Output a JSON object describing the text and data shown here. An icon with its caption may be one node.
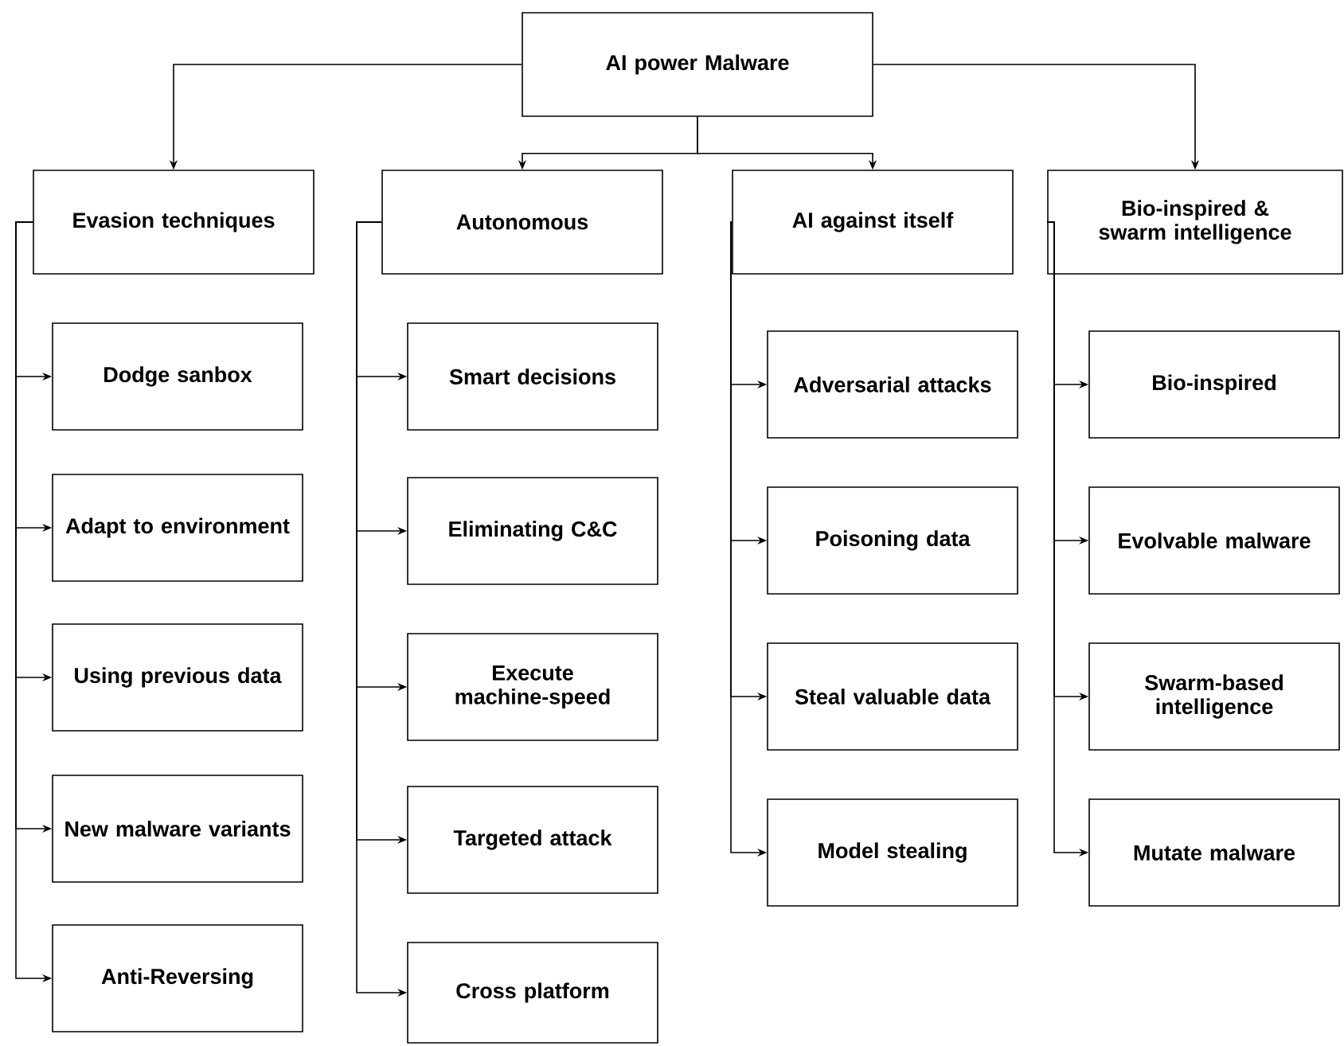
{
  "diagram": {
    "nodes": [
      {
        "text": [
          "AI power Malware"
        ]
      },
      {
        "text": [
          "Evasion techniques"
        ]
      },
      {
        "text": [
          "Autonomous"
        ]
      },
      {
        "text": [
          "AI against itself"
        ]
      },
      {
        "text": [
          "Bio-inspired & swarm intelligence"
        ]
      },
      {
        "text": [
          "Dodge sanbox"
        ]
      },
      {
        "text": [
          "Adapt to environment"
        ]
      },
      {
        "text": [
          "Using previous data"
        ]
      },
      {
        "text": [
          "New malware variants"
        ]
      },
      {
        "text": [
          "Anti-Reversing"
        ]
      },
      {
        "text": [
          "Smart decisions"
        ]
      },
      {
        "text": [
          "Eliminating C&C"
        ]
      },
      {
        "text": [
          "Execute machine-speed"
        ]
      },
      {
        "text": [
          "Targeted attack"
        ]
      },
      {
        "text": [
          "Cross platform"
        ]
      },
      {
        "text": [
          "Adversarial attacks"
        ]
      },
      {
        "text": [
          "Poisoning data"
        ]
      },
      {
        "text": [
          "Steal valuable data"
        ]
      },
      {
        "text": [
          "Model stealing"
        ]
      },
      {
        "text": [
          "Bio-inspired"
        ]
      },
      {
        "text": [
          "Evolvable malware"
        ]
      },
      {
        "text": [
          "Swarm-based intelligence"
        ]
      },
      {
        "text": [
          "Mutate malware"
        ]
      }
    ],
    "edges": [
      {
        "from": 0,
        "to": 1,
        "arrow": "to"
      },
      {
        "from": 0,
        "to": 2,
        "arrow": "to"
      },
      {
        "from": 0,
        "to": 3,
        "arrow": "to"
      },
      {
        "from": 0,
        "to": 4,
        "arrow": "to"
      },
      {
        "from": 1,
        "to": 5,
        "arrow": "to"
      },
      {
        "from": 1,
        "to": 6,
        "arrow": "to"
      },
      {
        "from": 1,
        "to": 7,
        "arrow": "to"
      },
      {
        "from": 1,
        "to": 8,
        "arrow": "to"
      },
      {
        "from": 1,
        "to": 9,
        "arrow": "to"
      },
      {
        "from": 2,
        "to": 10,
        "arrow": "to"
      },
      {
        "from": 2,
        "to": 11,
        "arrow": "to"
      },
      {
        "from": 2,
        "to": 12,
        "arrow": "to"
      },
      {
        "from": 2,
        "to": 13,
        "arrow": "to"
      },
      {
        "from": 2,
        "to": 14,
        "arrow": "to"
      },
      {
        "from": 3,
        "to": 15,
        "arrow": "to"
      },
      {
        "from": 3,
        "to": 16,
        "arrow": "to"
      },
      {
        "from": 3,
        "to": 17,
        "arrow": "to"
      },
      {
        "from": 3,
        "to": 18,
        "arrow": "to"
      },
      {
        "from": 4,
        "to": 19,
        "arrow": "to"
      },
      {
        "from": 4,
        "to": 20,
        "arrow": "to"
      },
      {
        "from": 4,
        "to": 21,
        "arrow": "to"
      },
      {
        "from": 4,
        "to": 22,
        "arrow": "to"
      }
    ]
  }
}
